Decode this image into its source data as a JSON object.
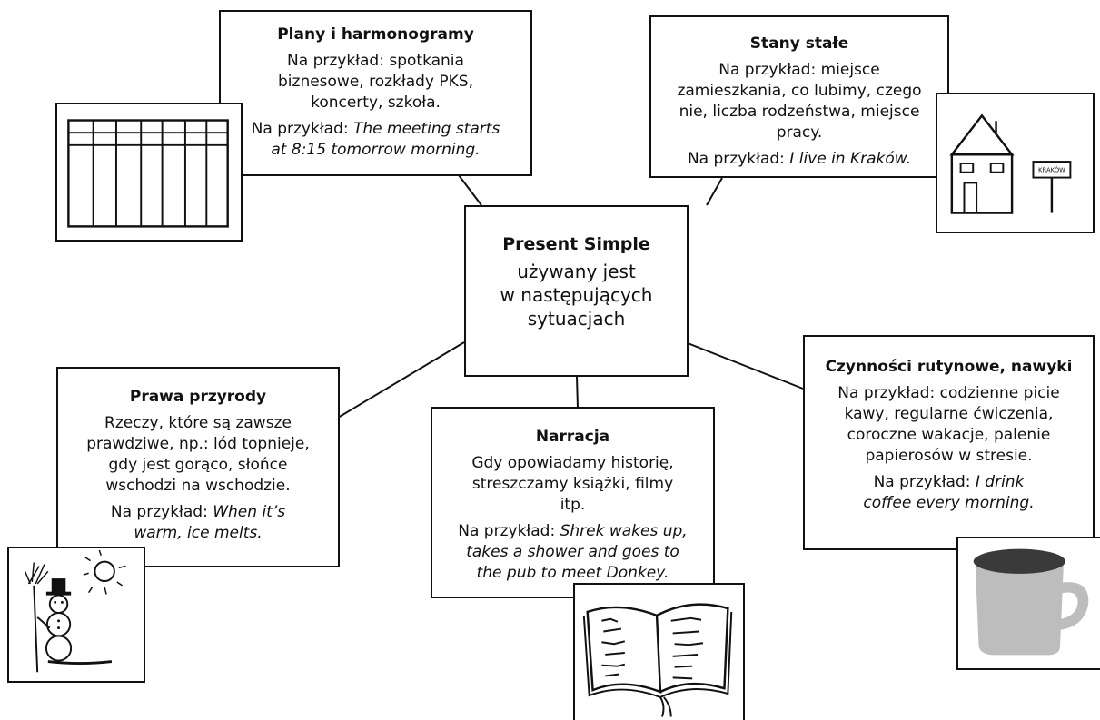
{
  "center": {
    "title": "Present Simple",
    "line1": "używany jest",
    "line2": "w następujących",
    "line3": "sytuacjach"
  },
  "plany": {
    "title": "Plany i harmonogramy",
    "body": "Na przykład: spotkania biznesowe, rozkłady PKS, koncerty, szkoła.",
    "example_prefix": "Na przykład: ",
    "example": "The meeting starts at 8:15 tomorrow morning."
  },
  "stany": {
    "title": "Stany stałe",
    "body": "Na przykład: miejsce zamieszkania, co lubimy, czego nie, liczba rodzeństwa, miejsce pracy.",
    "example_prefix": "Na przykład: ",
    "example": "I live in Kraków."
  },
  "prawa": {
    "title": "Prawa przyrody",
    "body": "Rzeczy, które są zawsze prawdziwe, np.: lód topnieje, gdy jest gorąco, słońce wschodzi na wschodzie.",
    "example_prefix": "Na przykład: ",
    "example": "When it’s warm, ice melts."
  },
  "narracja": {
    "title": "Narracja",
    "body": "Gdy opowiadamy historię, streszczamy książki, filmy itp.",
    "example_prefix": "Na przykład: ",
    "example": "Shrek wakes up, takes a shower and goes to the pub to meet Donkey."
  },
  "czynnosci": {
    "title": "Czynności rutynowe, nawyki",
    "body": "Na przykład: codzienne picie kawy, regularne ćwiczenia, coroczne wakacje, palenie papierosów w stresie.",
    "example_prefix": "Na przykład: ",
    "example": "I drink coffee every morning."
  },
  "house_sign": {
    "label": "KRAKÓW"
  },
  "icons": [
    "timetable-icon",
    "house-icon",
    "snowman-icon",
    "book-icon",
    "mug-icon"
  ]
}
